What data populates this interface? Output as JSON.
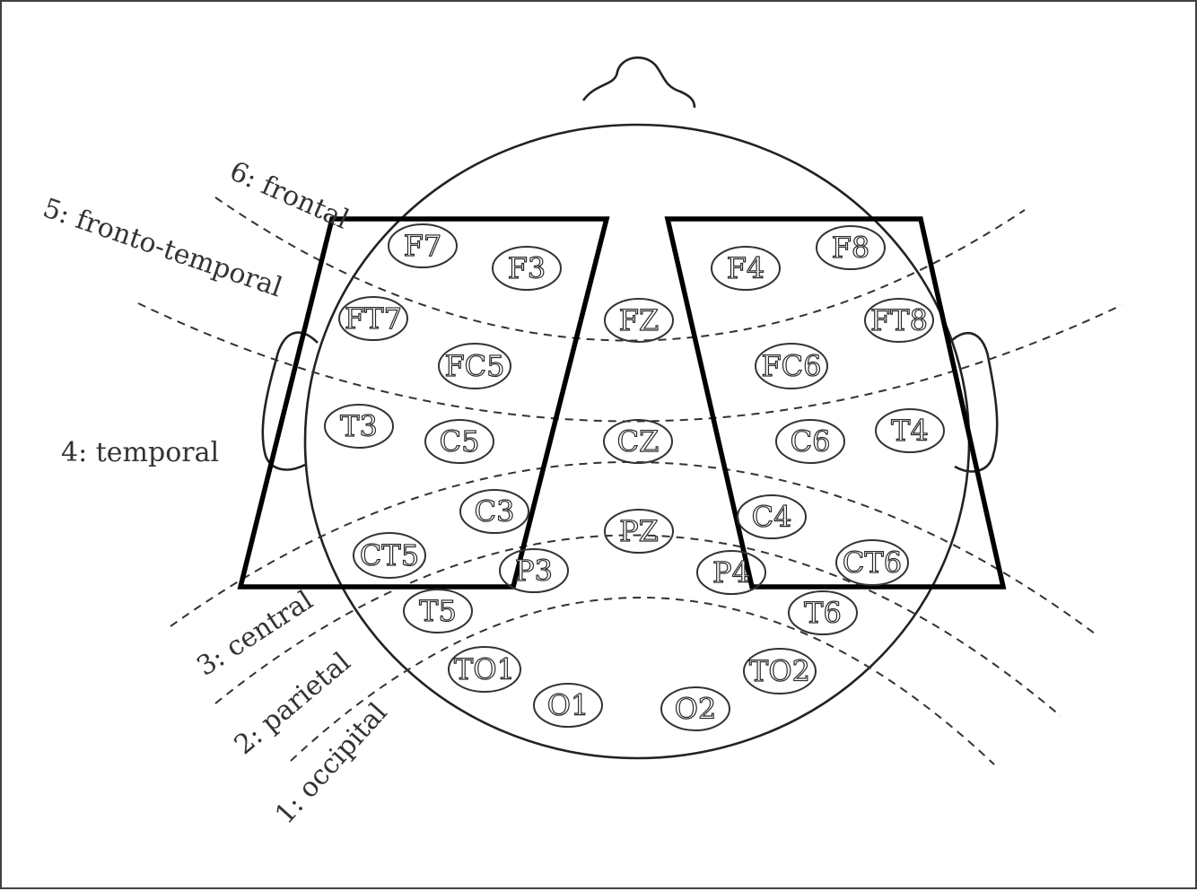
{
  "zones": [
    {
      "id": "frontal",
      "label": "6: frontal"
    },
    {
      "id": "fronto-temporal",
      "label": "5: fronto-temporal"
    },
    {
      "id": "temporal",
      "label": "4: temporal"
    },
    {
      "id": "central",
      "label": "3: central"
    },
    {
      "id": "parietal",
      "label": "2: parietal"
    },
    {
      "id": "occipital",
      "label": "1: occipital"
    }
  ],
  "electrodes": [
    "F7",
    "F3",
    "F4",
    "F8",
    "FT7",
    "FZ",
    "FT8",
    "FC5",
    "FC6",
    "T3",
    "C5",
    "CZ",
    "C6",
    "T4",
    "C3",
    "C4",
    "PZ",
    "CT5",
    "P3",
    "P4",
    "CT6",
    "T5",
    "T6",
    "TO1",
    "TO2",
    "O1",
    "O2"
  ]
}
